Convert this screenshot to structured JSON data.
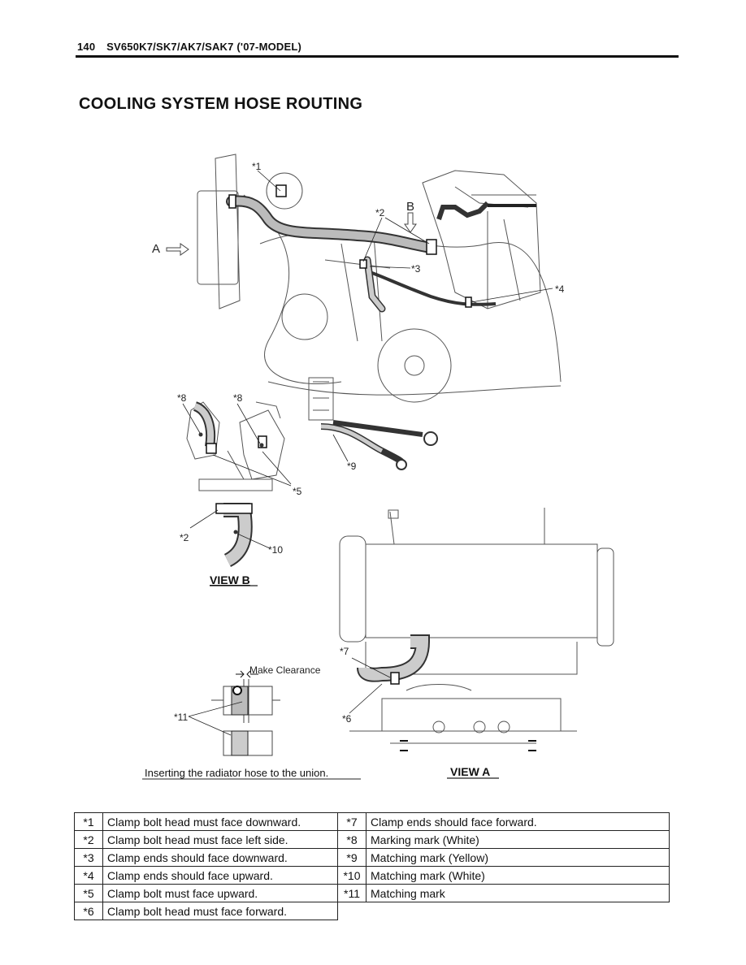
{
  "header": {
    "page_number": "140",
    "model": "SV650K7/SK7/AK7/SAK7 ('07-MODEL)"
  },
  "title": "COOLING SYSTEM HOSE ROUTING",
  "figure": {
    "labels": {
      "n1": "*1",
      "n2": "*2",
      "n2b": "*2",
      "n3": "*3",
      "n4": "*4",
      "n5": "*5",
      "n6": "*6",
      "n7": "*7",
      "n8a": "*8",
      "n8b": "*8",
      "n9": "*9",
      "n10": "*10",
      "n11": "*11",
      "a": "A",
      "b": "B",
      "make_clearance": "Make Clearance"
    },
    "view_b": "VIEW B",
    "view_a": "VIEW A",
    "insert_caption": "Inserting the radiator hose to the union."
  },
  "notes": [
    {
      "num": "*1",
      "text": "Clamp bolt head must face downward.",
      "num2": "*7",
      "text2": "Clamp ends should face forward."
    },
    {
      "num": "*2",
      "text": "Clamp bolt head must face left side.",
      "num2": "*8",
      "text2": "Marking mark (White)"
    },
    {
      "num": "*3",
      "text": "Clamp ends should face downward.",
      "num2": "*9",
      "text2": "Matching mark (Yellow)"
    },
    {
      "num": "*4",
      "text": "Clamp ends should face upward.",
      "num2": "*10",
      "text2": "Matching mark (White)"
    },
    {
      "num": "*5",
      "text": "Clamp bolt must face upward.",
      "num2": "*11",
      "text2": "Matching mark"
    },
    {
      "num": "*6",
      "text": "Clamp bolt head must face forward."
    }
  ]
}
